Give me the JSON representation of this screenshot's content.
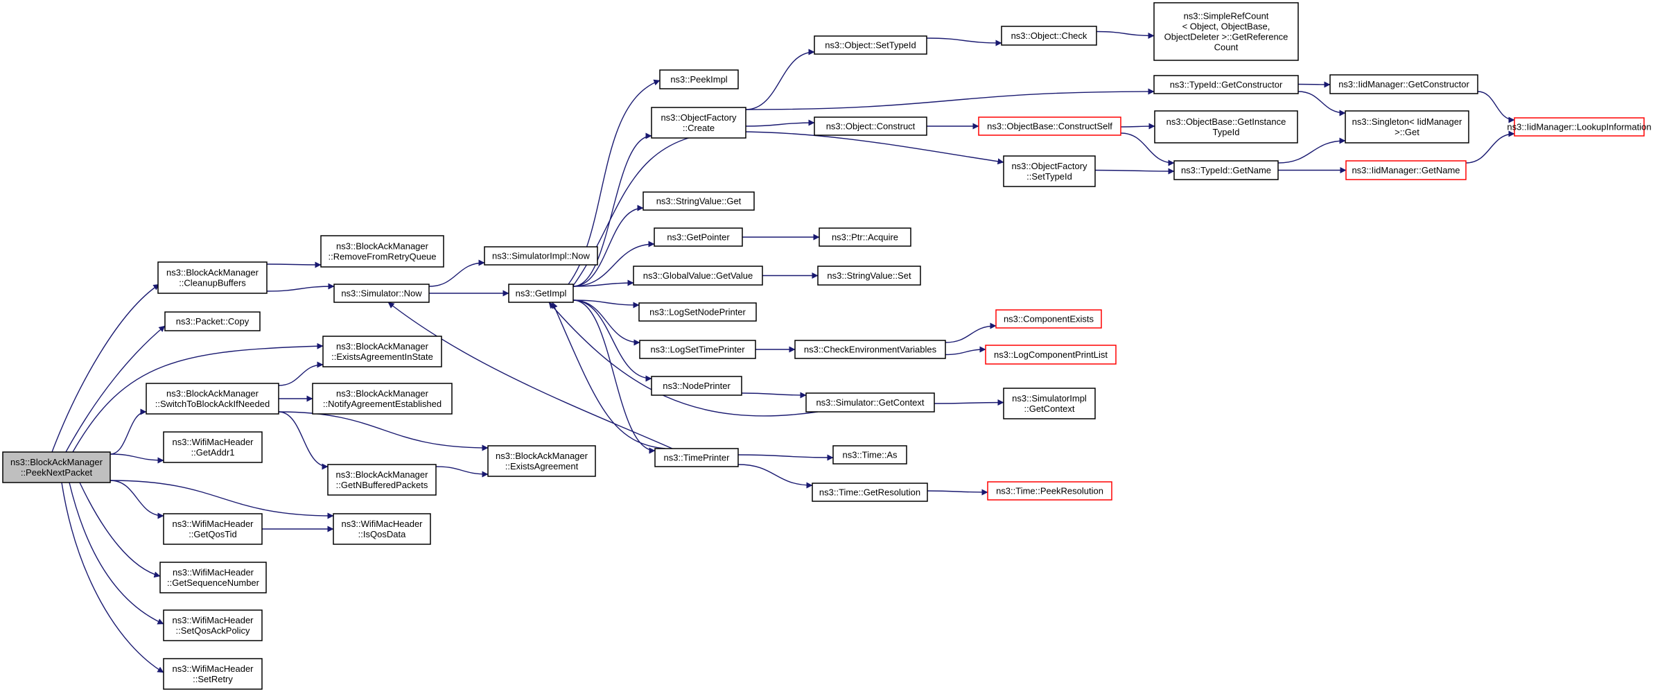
{
  "colors": {
    "edge": "#191970",
    "root_fill": "#bfbfbf",
    "node_fill": "#ffffff",
    "border": "#000000",
    "border_truncated": "#ff0000"
  },
  "nodes": {
    "root": [
      "ns3::BlockAckManager",
      "::PeekNextPacket"
    ],
    "cleanupBuffers": [
      "ns3::BlockAckManager",
      "::CleanupBuffers"
    ],
    "packetCopy": [
      "ns3::Packet::Copy"
    ],
    "switchToBlockAck": [
      "ns3::BlockAckManager",
      "::SwitchToBlockAckIfNeeded"
    ],
    "getAddr1": [
      "ns3::WifiMacHeader",
      "::GetAddr1"
    ],
    "getQosTid": [
      "ns3::WifiMacHeader",
      "::GetQosTid"
    ],
    "getSeqNum": [
      "ns3::WifiMacHeader",
      "::GetSequenceNumber"
    ],
    "setQosAckPolicy": [
      "ns3::WifiMacHeader",
      "::SetQosAckPolicy"
    ],
    "setRetry": [
      "ns3::WifiMacHeader",
      "::SetRetry"
    ],
    "removeFromRetryQueue": [
      "ns3::BlockAckManager",
      "::RemoveFromRetryQueue"
    ],
    "simulatorNow": [
      "ns3::Simulator::Now"
    ],
    "existsAgreementInState": [
      "ns3::BlockAckManager",
      "::ExistsAgreementInState"
    ],
    "notifyAgreementEstablished": [
      "ns3::BlockAckManager",
      "::NotifyAgreementEstablished"
    ],
    "getNBufferedPackets": [
      "ns3::BlockAckManager",
      "::GetNBufferedPackets"
    ],
    "isQosData": [
      "ns3::WifiMacHeader",
      "::IsQosData"
    ],
    "simImplNow": [
      "ns3::SimulatorImpl::Now"
    ],
    "existsAgreement": [
      "ns3::BlockAckManager",
      "::ExistsAgreement"
    ],
    "getImpl": [
      "ns3::GetImpl"
    ],
    "peekImpl": [
      "ns3::PeekImpl"
    ],
    "objFactoryCreate": [
      "ns3::ObjectFactory",
      "::Create"
    ],
    "stringValueGet": [
      "ns3::StringValue::Get"
    ],
    "getPointer": [
      "ns3::GetPointer"
    ],
    "globalValueGetValue": [
      "ns3::GlobalValue::GetValue"
    ],
    "logSetNodePrinter": [
      "ns3::LogSetNodePrinter"
    ],
    "logSetTimePrinter": [
      "ns3::LogSetTimePrinter"
    ],
    "nodePrinter": [
      "ns3::NodePrinter"
    ],
    "timePrinter": [
      "ns3::TimePrinter"
    ],
    "objectSetTypeId": [
      "ns3::Object::SetTypeId"
    ],
    "objectConstruct": [
      "ns3::Object::Construct"
    ],
    "ptrAcquire": [
      "ns3::Ptr::Acquire"
    ],
    "stringValueSet": [
      "ns3::StringValue::Set"
    ],
    "checkEnvVars": [
      "ns3::CheckEnvironmentVariables"
    ],
    "simGetContext": [
      "ns3::Simulator::GetContext"
    ],
    "timeAs": [
      "ns3::Time::As"
    ],
    "timeGetResolution": [
      "ns3::Time::GetResolution"
    ],
    "objectCheck": [
      "ns3::Object::Check"
    ],
    "objBaseConstructSelf": [
      "ns3::ObjectBase::ConstructSelf"
    ],
    "objFactorySetTypeId": [
      "ns3::ObjectFactory",
      "::SetTypeId"
    ],
    "componentExists": [
      "ns3::ComponentExists"
    ],
    "logComponentPrintList": [
      "ns3::LogComponentPrintList"
    ],
    "simImplGetContext": [
      "ns3::SimulatorImpl",
      "::GetContext"
    ],
    "timePeekResolution": [
      "ns3::Time::PeekResolution"
    ],
    "simpleRefCount": [
      "ns3::SimpleRefCount",
      "< Object, ObjectBase,",
      "ObjectDeleter >::GetReference",
      "Count"
    ],
    "typeIdGetConstructor": [
      "ns3::TypeId::GetConstructor"
    ],
    "objBaseGetInstanceTypeId": [
      "ns3::ObjectBase::GetInstance",
      "TypeId"
    ],
    "typeIdGetName": [
      "ns3::TypeId::GetName"
    ],
    "iidGetConstructor": [
      "ns3::IidManager::GetConstructor"
    ],
    "singletonGet": [
      "ns3::Singleton< IidManager",
      ">::Get"
    ],
    "iidGetName": [
      "ns3::IidManager::GetName"
    ],
    "iidLookupInformation": [
      "ns3::IidManager::LookupInformation"
    ]
  },
  "edges": [
    [
      "root",
      "cleanupBuffers"
    ],
    [
      "root",
      "packetCopy"
    ],
    [
      "root",
      "existsAgreementInState"
    ],
    [
      "root",
      "switchToBlockAck"
    ],
    [
      "root",
      "getAddr1"
    ],
    [
      "root",
      "isQosData"
    ],
    [
      "root",
      "getQosTid"
    ],
    [
      "root",
      "getSeqNum"
    ],
    [
      "root",
      "setQosAckPolicy"
    ],
    [
      "root",
      "setRetry"
    ],
    [
      "cleanupBuffers",
      "removeFromRetryQueue"
    ],
    [
      "cleanupBuffers",
      "simulatorNow"
    ],
    [
      "switchToBlockAck",
      "existsAgreementInState"
    ],
    [
      "switchToBlockAck",
      "notifyAgreementEstablished"
    ],
    [
      "switchToBlockAck",
      "getNBufferedPackets"
    ],
    [
      "switchToBlockAck",
      "existsAgreement"
    ],
    [
      "getQosTid",
      "isQosData"
    ],
    [
      "getNBufferedPackets",
      "existsAgreement"
    ],
    [
      "simulatorNow",
      "simImplNow"
    ],
    [
      "simulatorNow",
      "getImpl"
    ],
    [
      "getImpl",
      "peekImpl"
    ],
    [
      "getImpl",
      "objFactoryCreate"
    ],
    [
      "getImpl",
      "objFactorySetTypeId"
    ],
    [
      "getImpl",
      "stringValueGet"
    ],
    [
      "getImpl",
      "getPointer"
    ],
    [
      "getImpl",
      "globalValueGetValue"
    ],
    [
      "getImpl",
      "logSetNodePrinter"
    ],
    [
      "getImpl",
      "logSetTimePrinter"
    ],
    [
      "getImpl",
      "nodePrinter"
    ],
    [
      "getImpl",
      "timePrinter"
    ],
    [
      "objFactoryCreate",
      "objectSetTypeId"
    ],
    [
      "objFactoryCreate",
      "typeIdGetConstructor"
    ],
    [
      "objFactoryCreate",
      "objectConstruct"
    ],
    [
      "objectSetTypeId",
      "objectCheck"
    ],
    [
      "objectCheck",
      "simpleRefCount"
    ],
    [
      "objectConstruct",
      "objBaseConstructSelf"
    ],
    [
      "objBaseConstructSelf",
      "objBaseGetInstanceTypeId"
    ],
    [
      "objBaseConstructSelf",
      "typeIdGetName"
    ],
    [
      "objFactorySetTypeId",
      "typeIdGetName"
    ],
    [
      "typeIdGetConstructor",
      "iidGetConstructor"
    ],
    [
      "typeIdGetConstructor",
      "singletonGet"
    ],
    [
      "iidGetConstructor",
      "iidLookupInformation"
    ],
    [
      "typeIdGetName",
      "singletonGet"
    ],
    [
      "typeIdGetName",
      "iidGetName"
    ],
    [
      "iidGetName",
      "iidLookupInformation"
    ],
    [
      "getPointer",
      "ptrAcquire"
    ],
    [
      "globalValueGetValue",
      "stringValueSet"
    ],
    [
      "logSetTimePrinter",
      "checkEnvVars"
    ],
    [
      "checkEnvVars",
      "componentExists"
    ],
    [
      "checkEnvVars",
      "logComponentPrintList"
    ],
    [
      "nodePrinter",
      "simGetContext"
    ],
    [
      "simGetContext",
      "getImpl"
    ],
    [
      "simGetContext",
      "simImplGetContext"
    ],
    [
      "timePrinter",
      "simulatorNow"
    ],
    [
      "timePrinter",
      "getImpl"
    ],
    [
      "timePrinter",
      "timeAs"
    ],
    [
      "timePrinter",
      "timeGetResolution"
    ],
    [
      "timeGetResolution",
      "timePeekResolution"
    ]
  ]
}
